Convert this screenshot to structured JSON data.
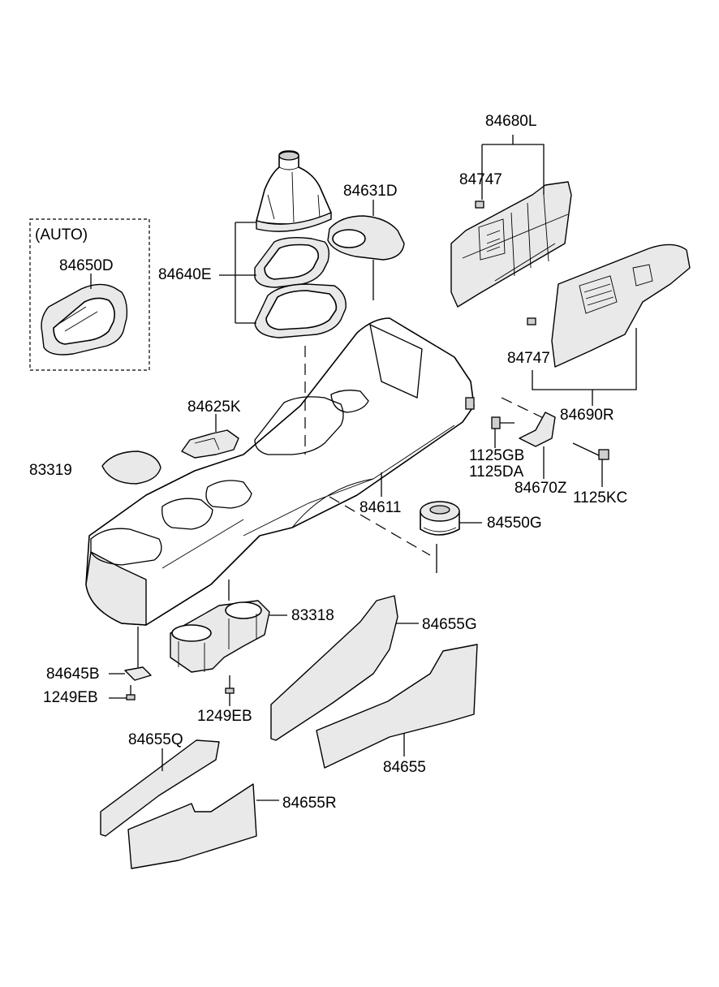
{
  "labels": {
    "auto": "(AUTO)",
    "p84650D": "84650D",
    "p84640E": "84640E",
    "p84631D": "84631D",
    "p84680L": "84680L",
    "p84747a": "84747",
    "p84747b": "84747",
    "p84690R": "84690R",
    "p84625K": "84625K",
    "p83319": "83319",
    "p84611": "84611",
    "p1125GB": "1125GB",
    "p1125DA": "1125DA",
    "p84670Z": "84670Z",
    "p1125KC": "1125KC",
    "p84550G": "84550G",
    "p83318": "83318",
    "p84655G": "84655G",
    "p84645B": "84645B",
    "p1249EBa": "1249EB",
    "p1249EBb": "1249EB",
    "p84655Q": "84655Q",
    "p84655": "84655",
    "p84655R": "84655R"
  }
}
